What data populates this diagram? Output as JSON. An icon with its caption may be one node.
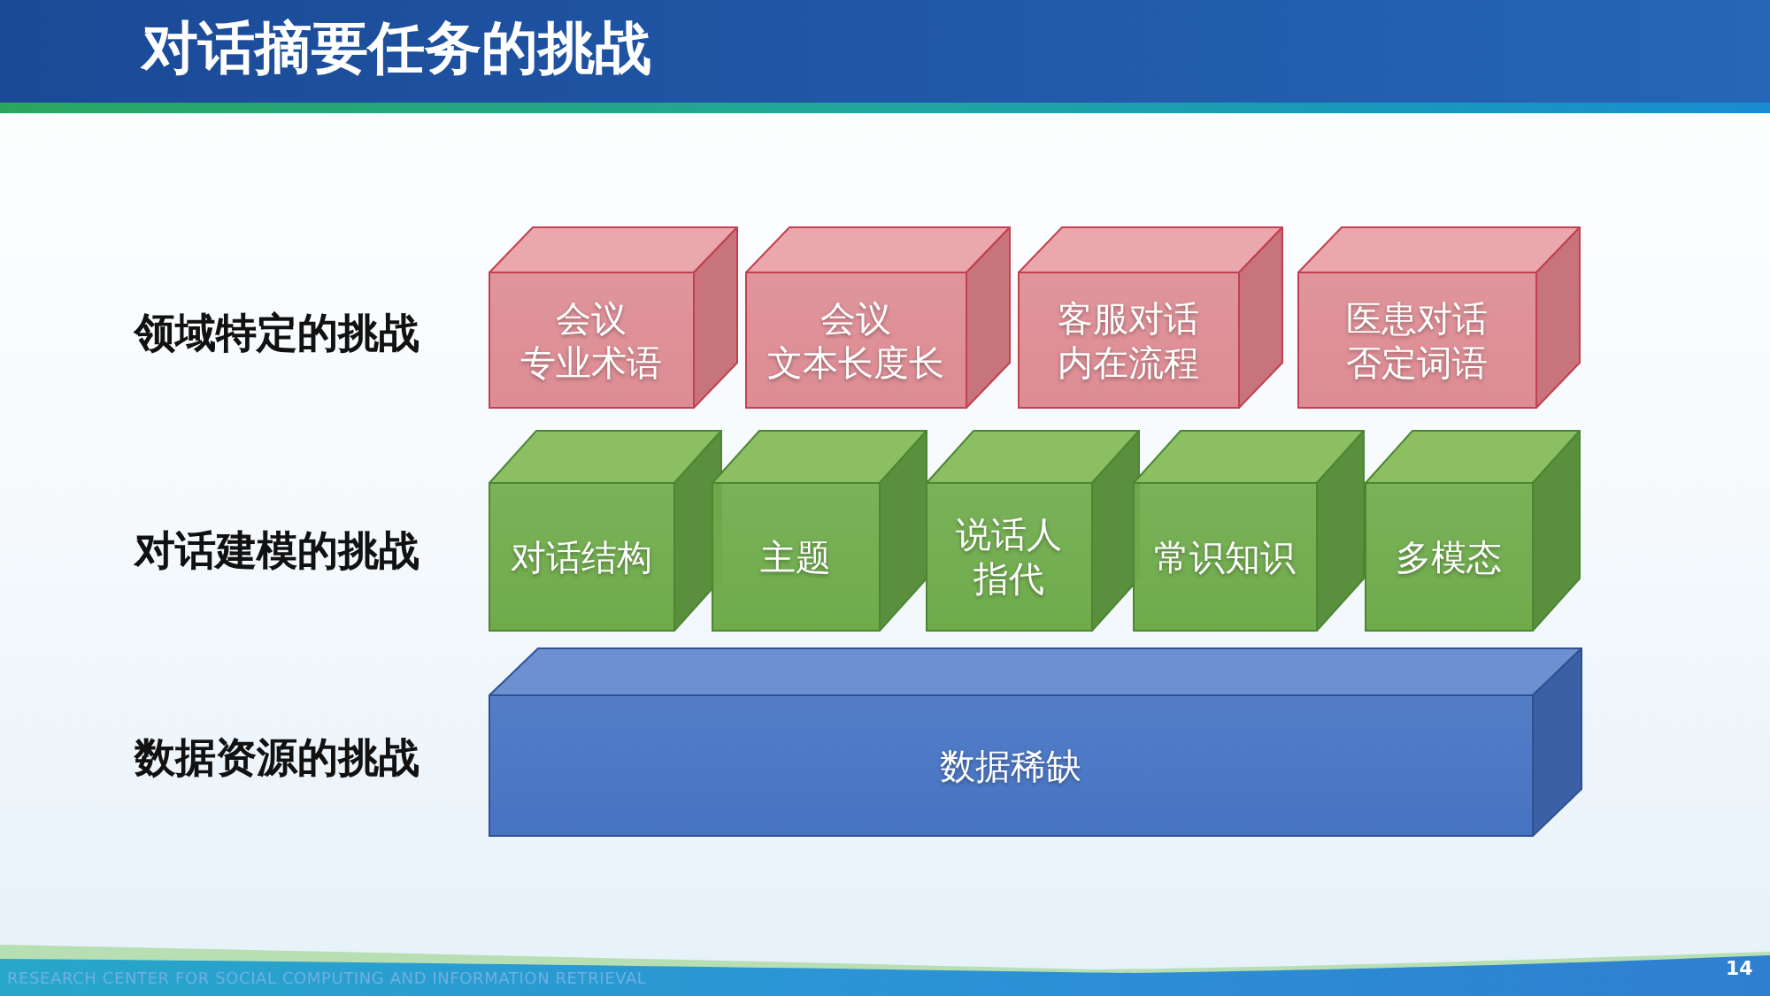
{
  "diagram": {
    "title": "对话摘要任务的挑战",
    "nodes": [
      {
        "text": [
          "会议",
          "专业术语"
        ]
      },
      {
        "text": [
          "会议",
          "文本长度长"
        ]
      },
      {
        "text": [
          "客服对话",
          "内在流程"
        ]
      },
      {
        "text": [
          "医患对话",
          "否定词语"
        ]
      },
      {
        "text": [
          "对话结构"
        ]
      },
      {
        "text": [
          "主题"
        ]
      },
      {
        "text": [
          "说话人指代"
        ]
      },
      {
        "text": [
          "常识知识"
        ]
      },
      {
        "text": [
          "多模态"
        ]
      },
      {
        "text": [
          "数据稀缺"
        ]
      }
    ],
    "labels": [
      "领域特定的挑战",
      "对话建模的挑战",
      "数据资源的挑战",
      "RESEARCH CENTER FOR SOCIAL COMPUTING AND INFORMATION RETRIEVAL",
      "14"
    ]
  }
}
